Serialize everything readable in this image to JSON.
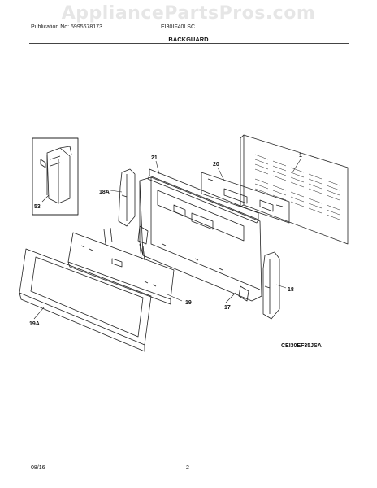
{
  "watermark": "AppliancePartsPros.com",
  "header": {
    "publication": "Publication No: 5995678173",
    "model": "EI30IF40LSC"
  },
  "title": "BACKGUARD",
  "diagram_code": "CEI30EF35JSA",
  "callouts": {
    "c1": "1",
    "c20": "20",
    "c21": "21",
    "c18a": "18A",
    "c53": "53",
    "c18": "18",
    "c17": "17",
    "c19": "19",
    "c19a": "19A"
  },
  "footer": {
    "date": "08/16",
    "page": "2"
  }
}
